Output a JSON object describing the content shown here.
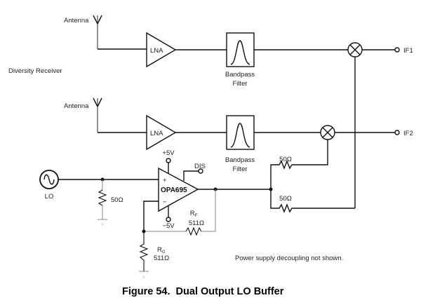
{
  "diagram": {
    "section_label": "Diversity Receiver",
    "caption": "Figure 54.  Dual Output LO Buffer",
    "note": "Power supply decoupling not shown.",
    "channels": [
      {
        "antenna_label": "Antenna",
        "amplifier_label": "LNA",
        "filter_label_line1": "Bandpass",
        "filter_label_line2": "Filter",
        "output_label": "IF1"
      },
      {
        "antenna_label": "Antenna",
        "amplifier_label": "LNA",
        "filter_label_line1": "Bandpass",
        "filter_label_line2": "Filter",
        "output_label": "IF2"
      }
    ],
    "lo_source_label": "LO",
    "shunt_resistor_label": "50Ω",
    "opamp": {
      "label": "OPA695",
      "plus_sign": "+",
      "minus_sign": "−",
      "pos_supply": "+5V",
      "neg_supply": "−5V",
      "disable_label": "DIS"
    },
    "rf": {
      "name": "R",
      "sub": "F",
      "value": "511Ω"
    },
    "rg": {
      "name": "R",
      "sub": "G",
      "value": "511Ω"
    },
    "series_resistors": [
      {
        "value": "50Ω"
      },
      {
        "value": "50Ω"
      }
    ]
  }
}
